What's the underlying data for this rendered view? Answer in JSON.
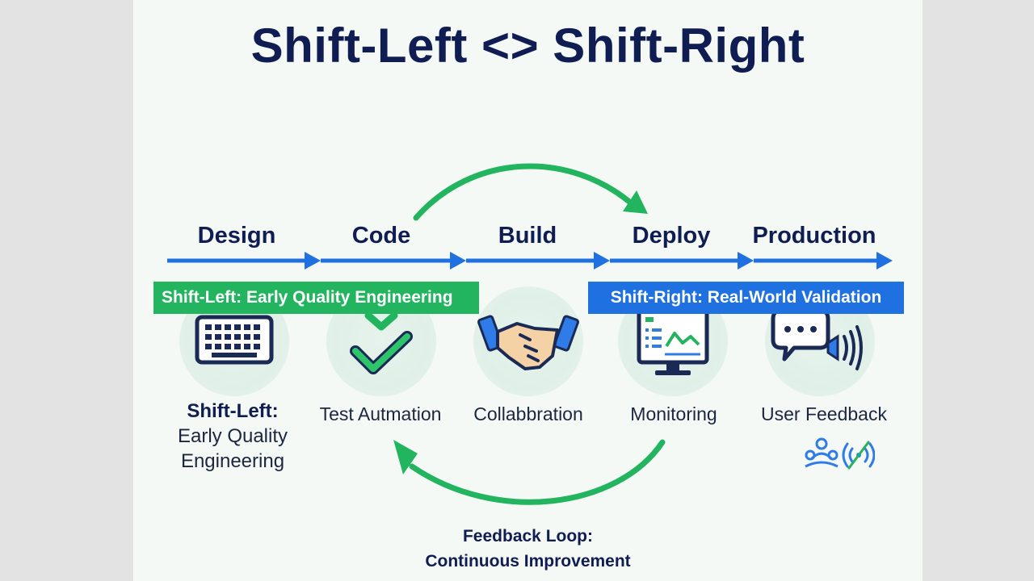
{
  "title": "Shift-Left <> Shift-Right",
  "stages": [
    "Design",
    "Code",
    "Build",
    "Deploy",
    "Production"
  ],
  "banners": {
    "left": "Shift-Left: Early Quality Engineering",
    "right": "Shift-Right: Real-World Validation"
  },
  "practices": [
    {
      "label_strong": "Shift-Left:",
      "label_lines": [
        "Early Quality",
        "Engineering"
      ],
      "icon": "keyboard-icon"
    },
    {
      "label": "Test Autmation",
      "icon": "checkmark-icon"
    },
    {
      "label": "Collabbration",
      "icon": "handshake-icon"
    },
    {
      "label": "Monitoring",
      "icon": "monitor-dashboard-icon"
    },
    {
      "label": "User Feedback",
      "icon": "chat-speaker-icon"
    }
  ],
  "feedback_loop": {
    "line1": "Feedback Loop:",
    "line2": "Continuous Improvement"
  },
  "colors": {
    "title": "#0f1d52",
    "timeline_blue": "#1f70e0",
    "shift_left_green": "#22b45e",
    "loop_green": "#22b45e",
    "circle_bg": "#e3f2e9"
  }
}
